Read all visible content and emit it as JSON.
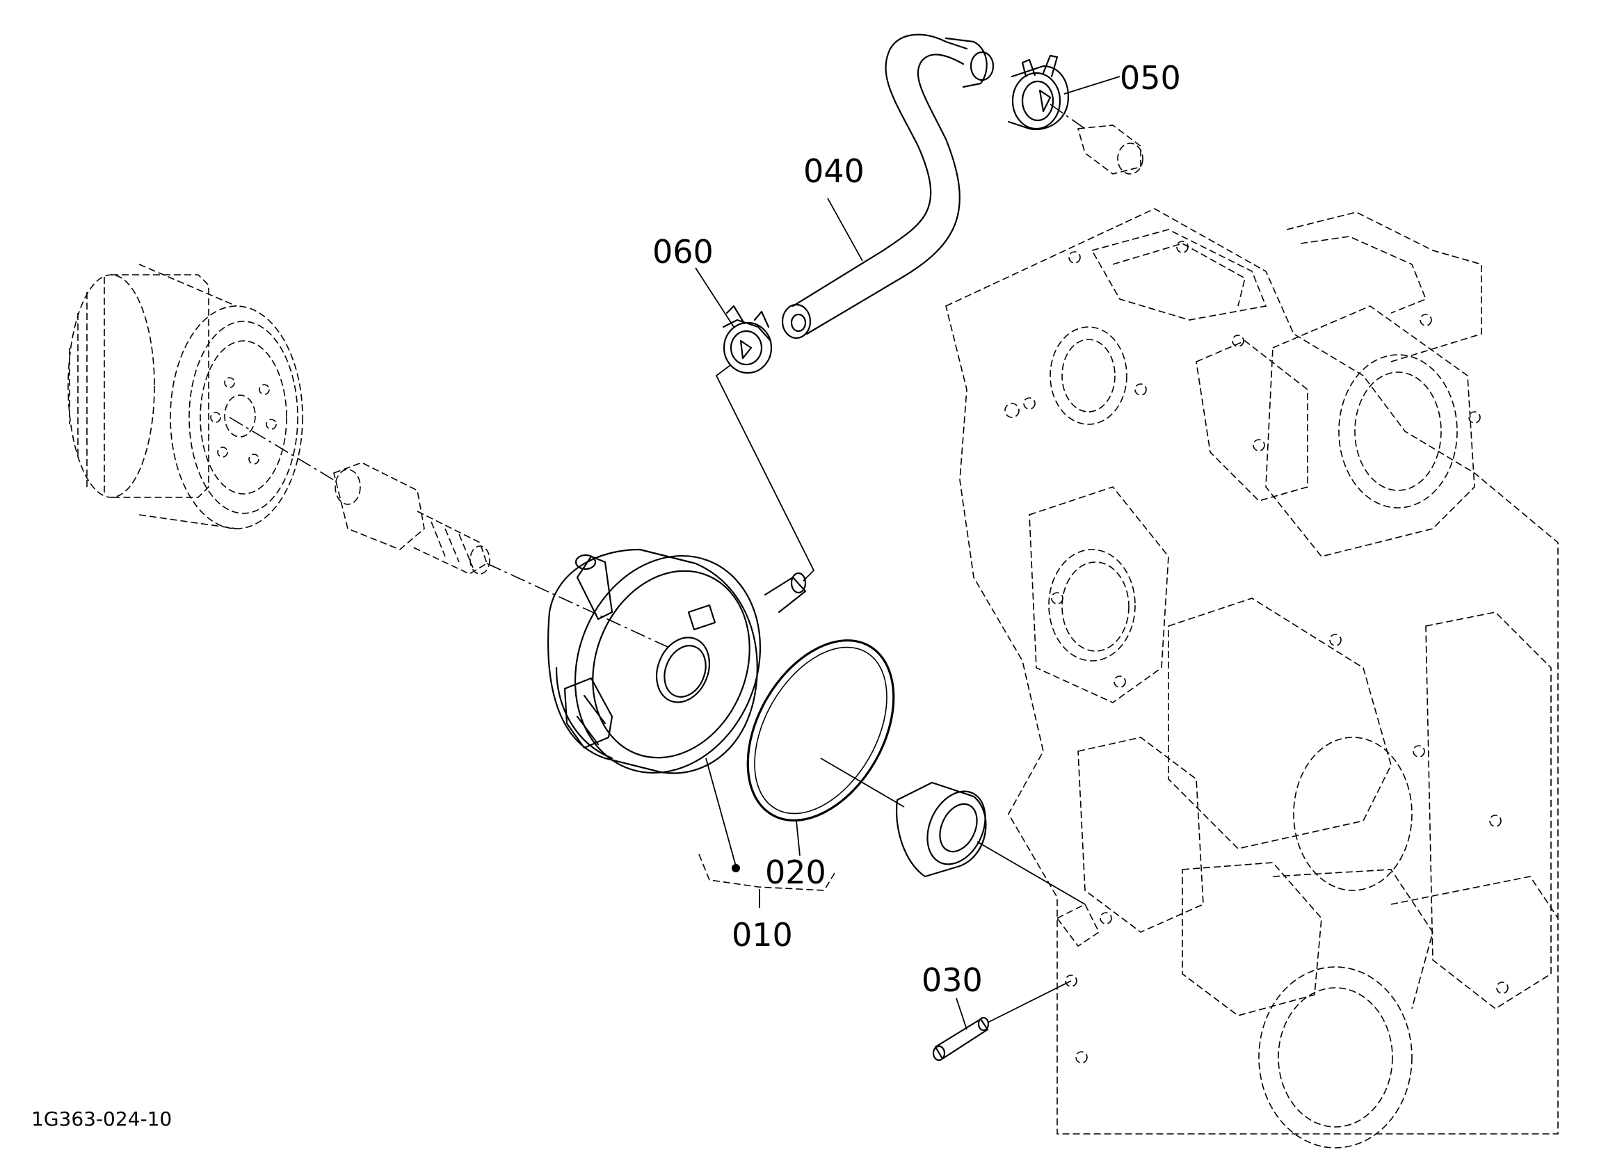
{
  "figure_code": "1G363-024-10",
  "callouts": [
    {
      "id": "010",
      "text": "010"
    },
    {
      "id": "020",
      "text": "020"
    },
    {
      "id": "030",
      "text": "030"
    },
    {
      "id": "040",
      "text": "040"
    },
    {
      "id": "050",
      "text": "050"
    },
    {
      "id": "060",
      "text": "060"
    }
  ]
}
